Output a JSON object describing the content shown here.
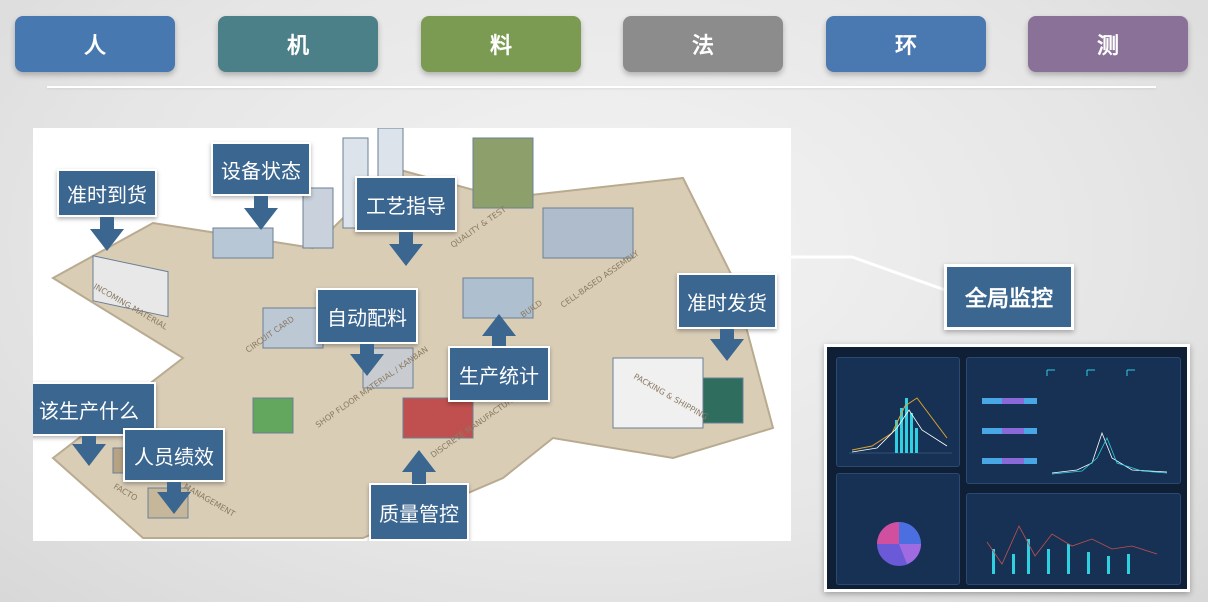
{
  "tabs": [
    {
      "label": "人",
      "color": "#4878b0"
    },
    {
      "label": "机",
      "color": "#4b8088"
    },
    {
      "label": "料",
      "color": "#7b9a52"
    },
    {
      "label": "法",
      "color": "#8c8c8c"
    },
    {
      "label": "环",
      "color": "#4a78b0"
    },
    {
      "label": "测",
      "color": "#8a7198"
    }
  ],
  "callouts": {
    "on_time_arrival": "准时到货",
    "equipment_status": "设备状态",
    "process_guidance": "工艺指导",
    "auto_material": "自动配料",
    "production_stats": "生产统计",
    "on_time_shipping": "准时发货",
    "what_to_produce": "该生产什么",
    "staff_performance": "人员绩效",
    "quality_control": "质量管控"
  },
  "floor_labels": {
    "incoming": "INCOMING MATERIAL",
    "circuit": "CIRCUIT CARD",
    "quality": "QUALITY & TEST",
    "cell": "CELL-BASED ASSEMBLY",
    "shop": "SHOP FLOOR MATERIAL / KANBAN",
    "discrete": "DISCRETE MANUFACTURING",
    "packing": "PACKING & SHIPPING",
    "management": "MANAGEMENT",
    "build": "BUILD",
    "factory": "FACTO"
  },
  "monitor": {
    "label": "全局监控"
  },
  "colors": {
    "callout": "#3b6690",
    "dashboard_bg": "#0f1f36",
    "accent": "#2fd0e0"
  }
}
